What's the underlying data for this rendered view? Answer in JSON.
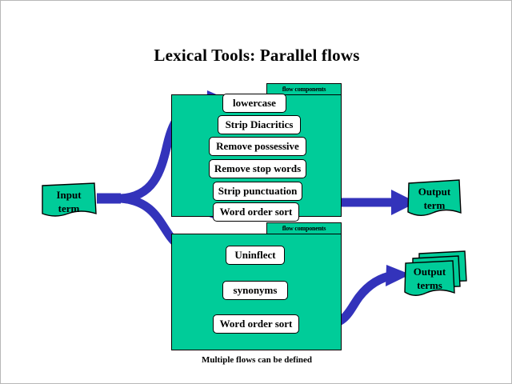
{
  "page": {
    "title": "Lexical Tools: Parallel flows",
    "caption": "Multiple flows can be defined"
  },
  "colors": {
    "panel_green": "#00cc99",
    "arrow_blue": "#3333bb",
    "box_white": "#ffffff",
    "outline_black": "#000000",
    "background": "#ffffff"
  },
  "input": {
    "line1": "Input",
    "line2": "term"
  },
  "outputs": [
    {
      "id": "output-term",
      "line1": "Output",
      "line2": "term",
      "stacked": false
    },
    {
      "id": "output-terms",
      "line1": "Output",
      "line2": "terms",
      "stacked": true
    }
  ],
  "flows": [
    {
      "id": "flow-1",
      "tab_label": "flow components",
      "steps": [
        {
          "label": "lowercase"
        },
        {
          "label": "Strip Diacritics"
        },
        {
          "label": "Remove possessive"
        },
        {
          "label": "Remove stop words"
        },
        {
          "label": "Strip punctuation"
        },
        {
          "label": "Word order sort"
        }
      ]
    },
    {
      "id": "flow-2",
      "tab_label": "flow components",
      "steps": [
        {
          "label": "Uninflect"
        },
        {
          "label": "synonyms"
        },
        {
          "label": "Word order sort"
        }
      ]
    }
  ]
}
